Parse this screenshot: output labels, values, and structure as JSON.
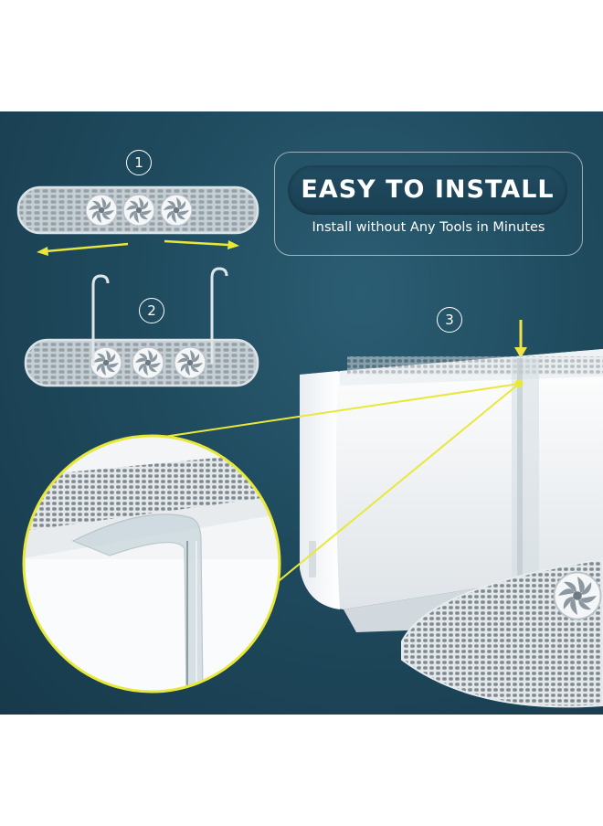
{
  "banner": {
    "title": "EASY TO INSTALL",
    "subtitle": "Install without Any Tools in Minutes"
  },
  "steps": [
    "1",
    "2",
    "3"
  ],
  "colors": {
    "background": "#1f4a5e",
    "accent_yellow": "#e8e83a",
    "arrow_yellow": "#f0e24a",
    "text": "#ffffff"
  },
  "icons": [
    "double-arrow-icon",
    "hook-icon",
    "down-arrow-icon",
    "fan-icon"
  ]
}
